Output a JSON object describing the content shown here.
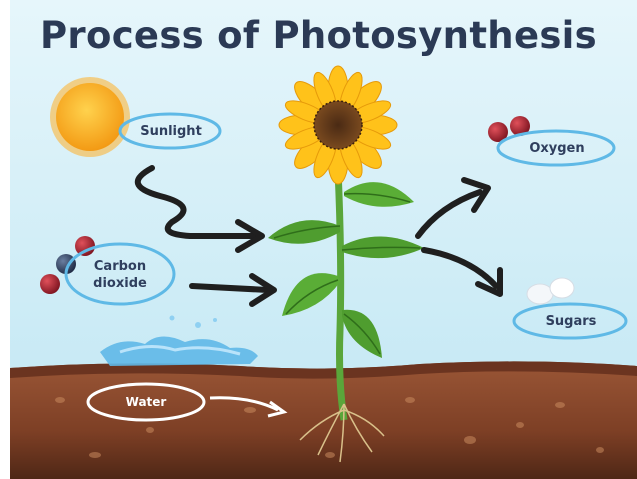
{
  "title": "Process of Photosynthesis",
  "labels": {
    "sunlight": "Sunlight",
    "carbon_dioxide_line1": "Carbon",
    "carbon_dioxide_line2": "dioxide",
    "oxygen": "Oxygen",
    "sugars": "Sugars",
    "water": "Water"
  },
  "colors": {
    "sky_top": "#dff3fa",
    "sky_bottom": "#bfe6f4",
    "soil": "#8a4a2e",
    "soil_dark": "#5e2f1b",
    "label_outline": "#5fb9e6",
    "arrow": "#1f1f1f",
    "title": "#2b3a55"
  },
  "icons": {
    "sun": "sun-icon",
    "flower": "sunflower-icon",
    "co2": "co2-molecule-icon",
    "o2": "o2-molecule-icon",
    "sugar": "sugar-crystals-icon",
    "water": "water-puddle-icon"
  }
}
